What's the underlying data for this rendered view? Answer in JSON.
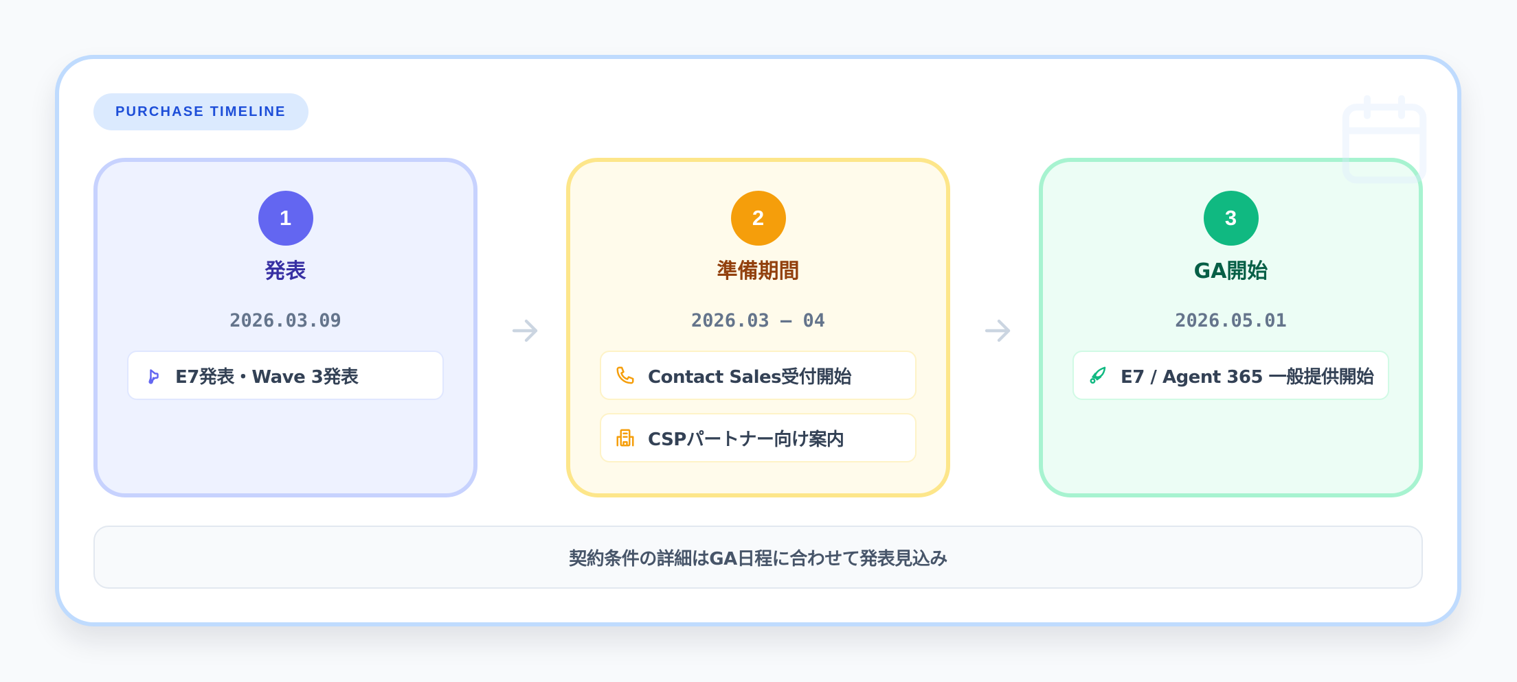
{
  "badge": {
    "label": "PURCHASE TIMELINE"
  },
  "background_icon": "calendar-icon",
  "colors": {
    "outer_border": "#bfdbfe",
    "badge_bg": "#dbeafe",
    "badge_text": "#1d4ed8",
    "arrow": "#cbd5e1",
    "note_text": "#475569",
    "item_text": "#334155",
    "date_text": "#64748b"
  },
  "steps": [
    {
      "number": "1",
      "title": "発表",
      "date": "2026.03.09",
      "accent": "#6366f1",
      "title_color": "#3730a3",
      "items": [
        {
          "icon": "megaphone-icon",
          "text": "E7発表・Wave 3発表"
        }
      ]
    },
    {
      "number": "2",
      "title": "準備期間",
      "date": "2026.03 – 04",
      "accent": "#f59e0b",
      "title_color": "#92400e",
      "items": [
        {
          "icon": "phone-icon",
          "text": "Contact Sales受付開始"
        },
        {
          "icon": "building-icon",
          "text": "CSPパートナー向け案内"
        }
      ]
    },
    {
      "number": "3",
      "title": "GA開始",
      "date": "2026.05.01",
      "accent": "#10b981",
      "title_color": "#065f46",
      "items": [
        {
          "icon": "rocket-icon",
          "text": "E7 / Agent 365 一般提供開始"
        }
      ]
    }
  ],
  "arrows": [
    "arrow-right-icon",
    "arrow-right-icon"
  ],
  "note": {
    "text": "契約条件の詳細はGA日程に合わせて発表見込み"
  }
}
